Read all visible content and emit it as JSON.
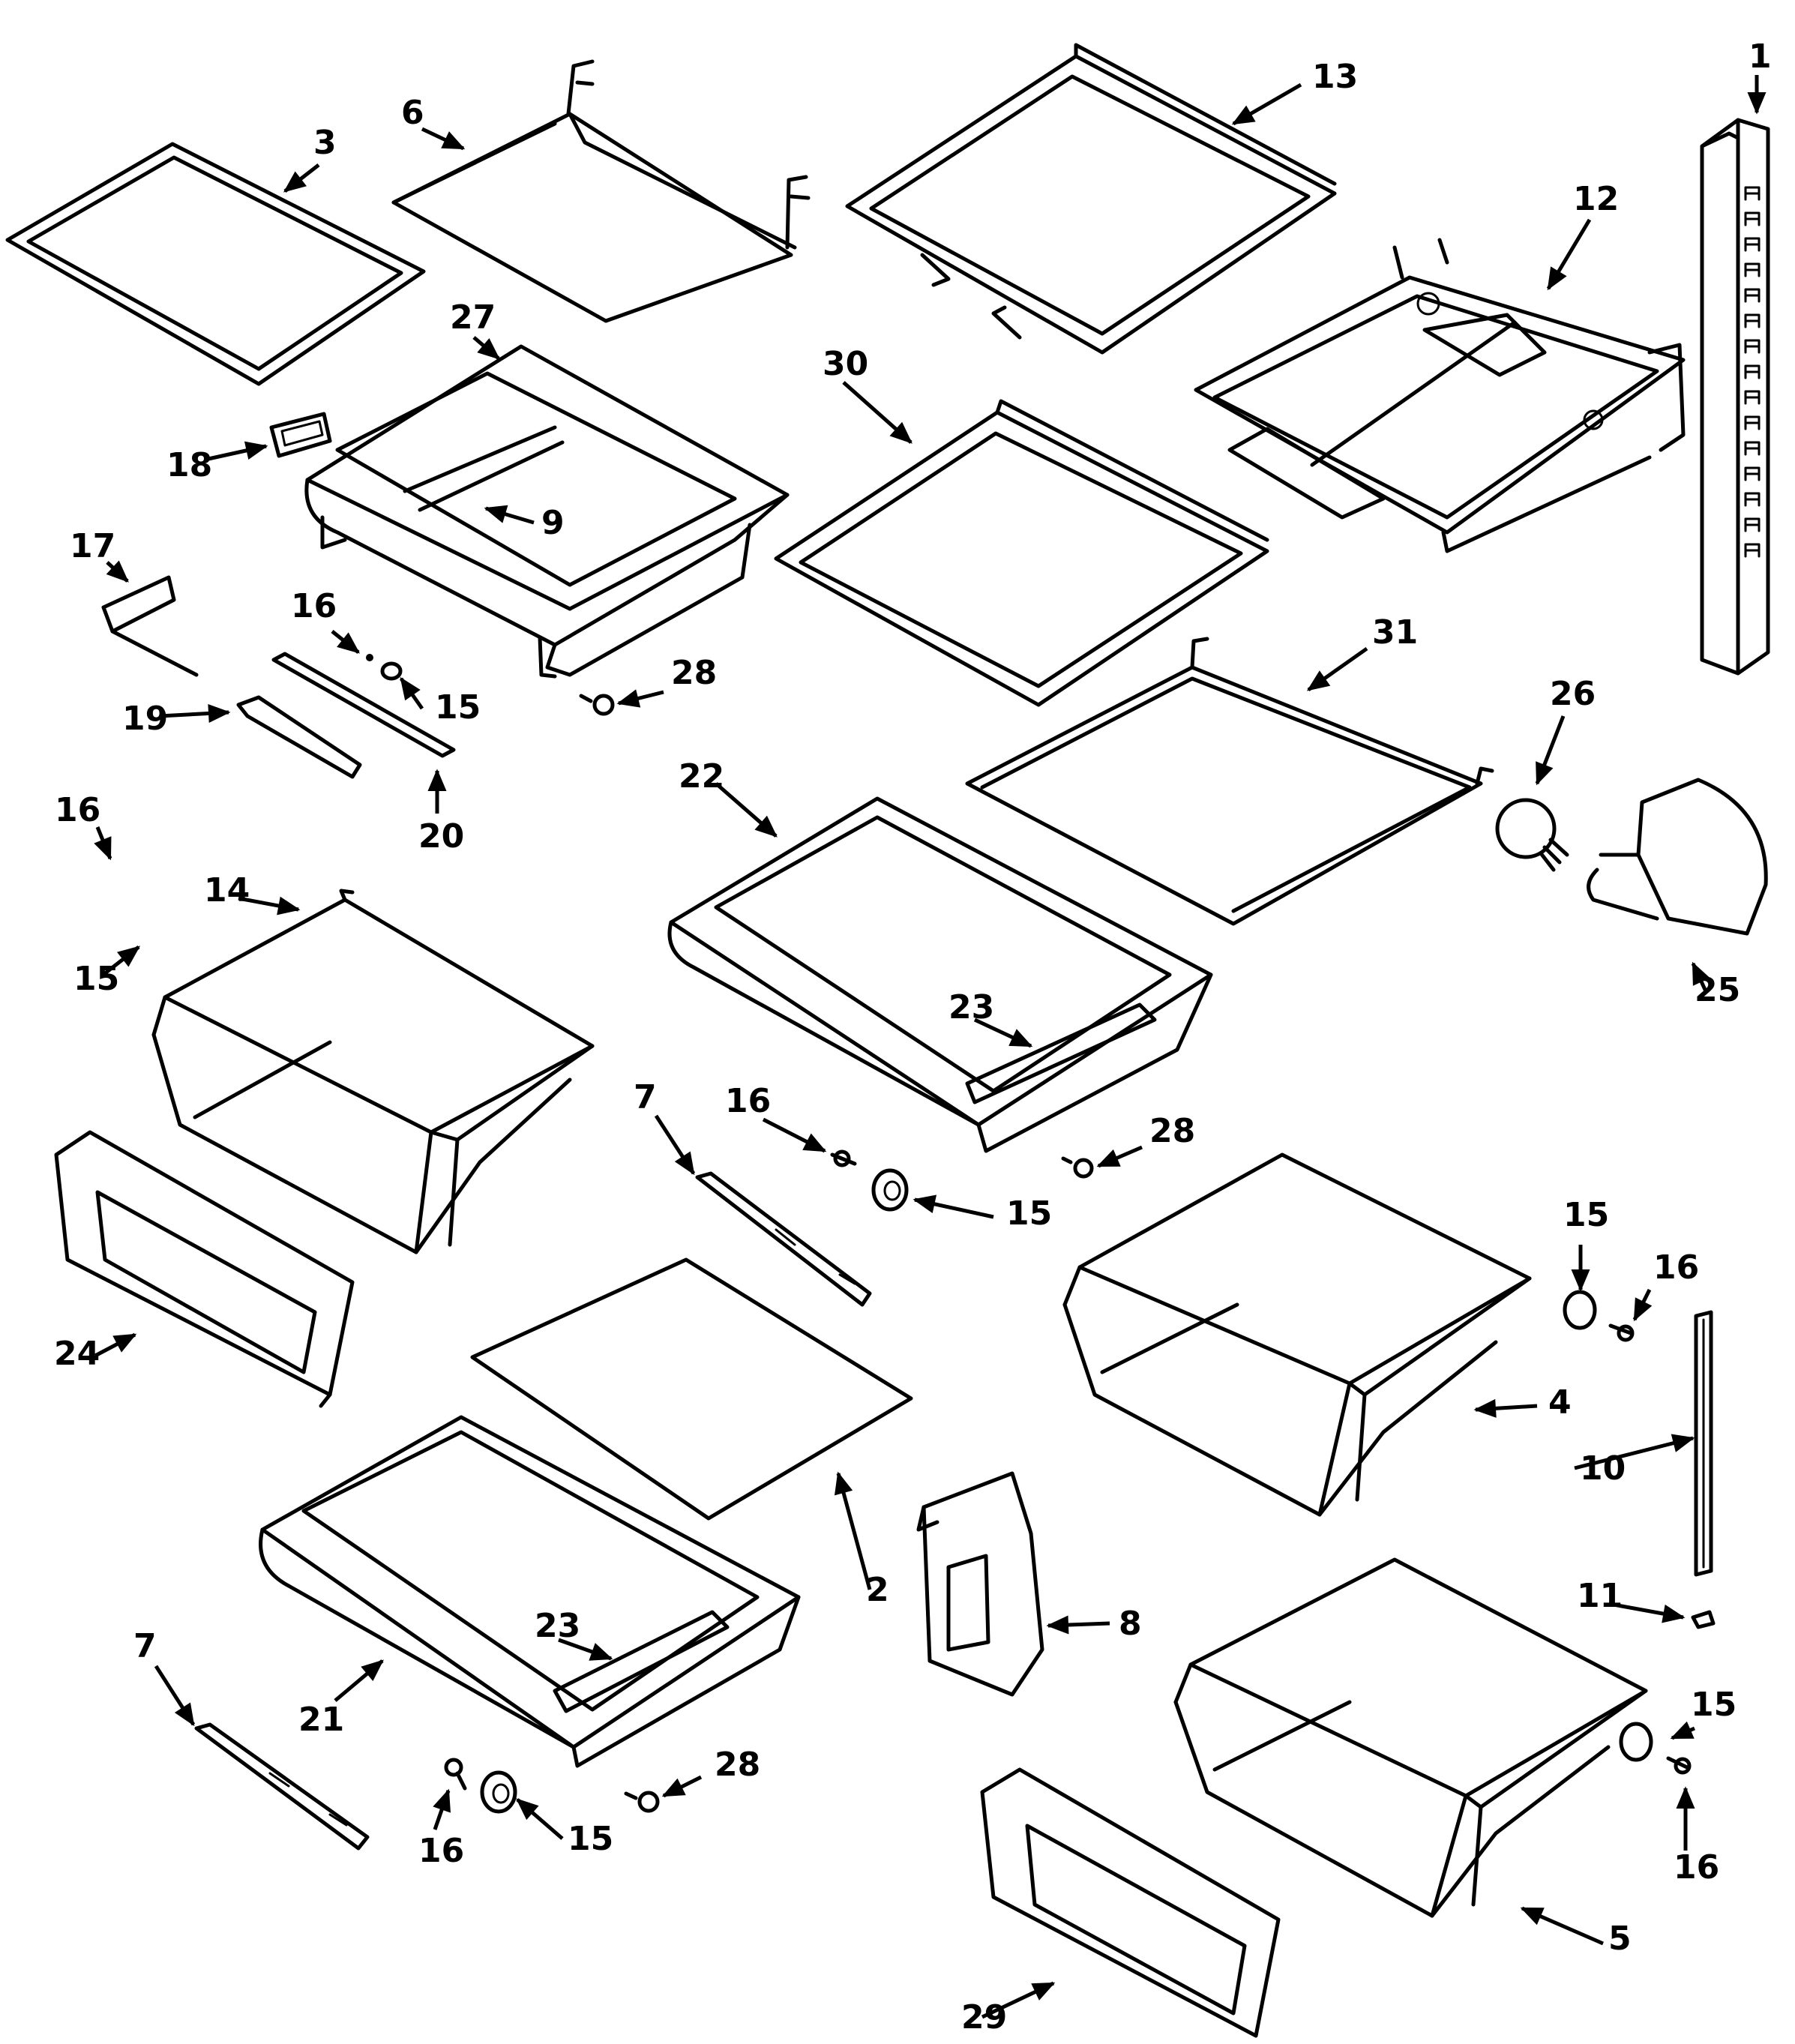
{
  "diagram": {
    "callouts": [
      {
        "id": "c1",
        "text": "1"
      },
      {
        "id": "c2",
        "text": "2"
      },
      {
        "id": "c3",
        "text": "3"
      },
      {
        "id": "c4",
        "text": "4"
      },
      {
        "id": "c5",
        "text": "5"
      },
      {
        "id": "c6",
        "text": "6"
      },
      {
        "id": "c7a",
        "text": "7"
      },
      {
        "id": "c7b",
        "text": "7"
      },
      {
        "id": "c8",
        "text": "8"
      },
      {
        "id": "c9",
        "text": "9"
      },
      {
        "id": "c10",
        "text": "10"
      },
      {
        "id": "c11",
        "text": "11"
      },
      {
        "id": "c12",
        "text": "12"
      },
      {
        "id": "c13",
        "text": "13"
      },
      {
        "id": "c14",
        "text": "14"
      },
      {
        "id": "c15a",
        "text": "15"
      },
      {
        "id": "c15b",
        "text": "15"
      },
      {
        "id": "c15c",
        "text": "15"
      },
      {
        "id": "c15d",
        "text": "15"
      },
      {
        "id": "c15e",
        "text": "15"
      },
      {
        "id": "c15f",
        "text": "15"
      },
      {
        "id": "c16a",
        "text": "16"
      },
      {
        "id": "c16b",
        "text": "16"
      },
      {
        "id": "c16c",
        "text": "16"
      },
      {
        "id": "c16d",
        "text": "16"
      },
      {
        "id": "c16e",
        "text": "16"
      },
      {
        "id": "c16f",
        "text": "16"
      },
      {
        "id": "c17",
        "text": "17"
      },
      {
        "id": "c18",
        "text": "18"
      },
      {
        "id": "c19",
        "text": "19"
      },
      {
        "id": "c20",
        "text": "20"
      },
      {
        "id": "c21",
        "text": "21"
      },
      {
        "id": "c22",
        "text": "22"
      },
      {
        "id": "c23a",
        "text": "23"
      },
      {
        "id": "c23b",
        "text": "23"
      },
      {
        "id": "c24",
        "text": "24"
      },
      {
        "id": "c25",
        "text": "25"
      },
      {
        "id": "c26",
        "text": "26"
      },
      {
        "id": "c27",
        "text": "27"
      },
      {
        "id": "c28a",
        "text": "28"
      },
      {
        "id": "c28b",
        "text": "28"
      },
      {
        "id": "c28c",
        "text": "28"
      },
      {
        "id": "c29",
        "text": "29"
      },
      {
        "id": "c30",
        "text": "30"
      },
      {
        "id": "c31",
        "text": "31"
      }
    ]
  }
}
